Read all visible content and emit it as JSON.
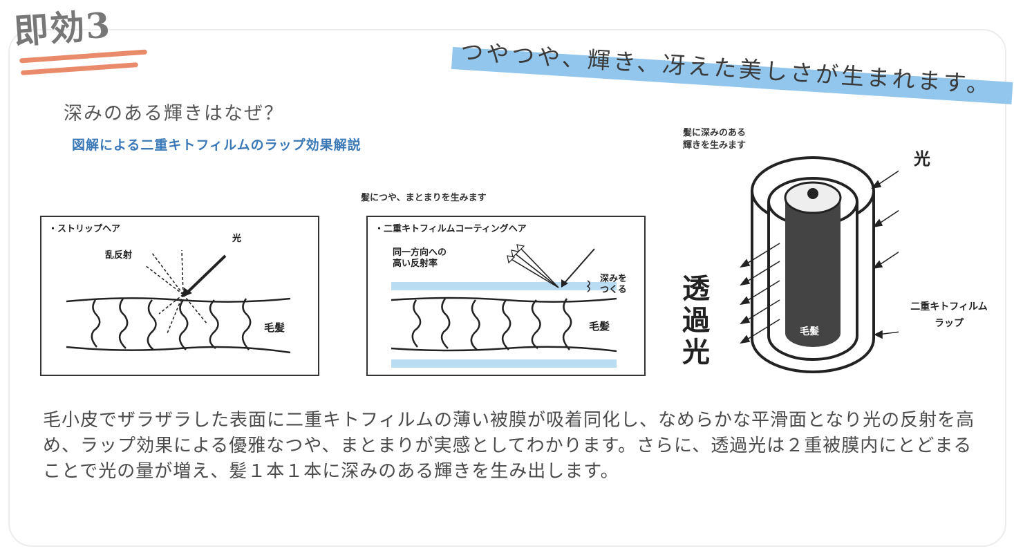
{
  "header": {
    "badge": "即効3",
    "banner": "つやつや、輝き、冴えた美しさが生まれます。",
    "question": "深みのある輝きはなぜ？",
    "subhead": "図解による二重キトフィルムのラップ効果解説"
  },
  "panel_left": {
    "title": "・ストリップヘア",
    "diffuse_label": "乱反射",
    "light_label": "光",
    "hair_label": "毛髪"
  },
  "panel_middle": {
    "caption": "髪につや、まとまりを生みます",
    "title": "・二重キトフィルムコーティングヘア",
    "reflect_label_1": "同一方向への",
    "reflect_label_2": "高い反射率",
    "depth_label_1": "深みを",
    "depth_label_2": "つくる",
    "hair_label": "毛髪"
  },
  "cylinder": {
    "caption_1": "髪に深みのある",
    "caption_2": "輝きを生みます",
    "light_label": "光",
    "transmitted_label": "透過光",
    "hair_label": "毛髪",
    "film_label_1": "二重キトフィルム",
    "film_label_2": "ラップ"
  },
  "body": {
    "text": "毛小皮でザラザラした表面に二重キトフィルムの薄い被膜が吸着同化し、なめらかな平滑面となり光の反射を高め、ラップ効果による優雅なつや、まとまりが実感としてわかります。さらに、透過光は２重被膜内にとどまることで光の量が増え、髪１本１本に深みのある輝きを生み出します。"
  },
  "colors": {
    "banner": "#92c6ec",
    "underline": "#e98a6a",
    "subhead": "#3a78b8",
    "film": "#b9dcf3"
  }
}
